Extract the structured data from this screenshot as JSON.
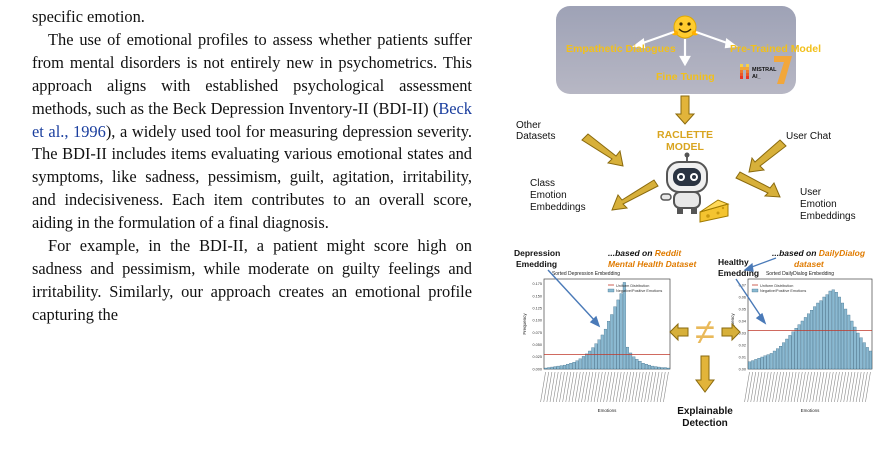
{
  "text": {
    "line0": "specific emotion.",
    "para1": {
      "before_cite": "The use of emotional profiles to assess whether patients suffer from mental disorders is not entirely new in psychometrics. This approach aligns with established psychological assessment methods, such as the Beck Depression Inventory-II (BDI-II) (",
      "cite": "Beck et al., 1996",
      "after_cite": "), a widely used tool for measuring depression severity. The BDI-II includes items evaluating various emotional states and symptoms, like sadness, pessimism, guilt, agitation, irritability, and indecisiveness. Each item contributes to an overall score, aiding in the formulation of a final diagnosis."
    },
    "para2": "For example, in the BDI-II, a patient might score high on sadness and pessimism, while moderate on guilty feelings and irritability. Similarly, our approach creates an emotional profile capturing the"
  },
  "figure": {
    "top_box": {
      "left": "Empathetic Dialogues",
      "center": "Fine Tuning",
      "right": "Pre-Trained Model",
      "mistral_top": "MISTRAL",
      "mistral_bottom": "AI_"
    },
    "model_title": [
      "RACLETTE",
      "MODEL"
    ],
    "inputs": {
      "other": [
        "Other",
        "Datasets"
      ],
      "user_chat": "User Chat"
    },
    "outputs": {
      "class": [
        "Class",
        "Emotion",
        "Embeddings"
      ],
      "user": [
        "User",
        "Emotion",
        "Embeddings"
      ]
    },
    "left_panel": {
      "label": [
        "Depression",
        "Emedding"
      ],
      "based_prefix": "...based on ",
      "based_source": [
        "Reddit",
        "Mental Health Dataset"
      ],
      "chart_title": "Sorted Depression Embedding",
      "legend": [
        "Uniform Distribution",
        "Negative/Positive Emotions"
      ],
      "xlabel": "Emotions",
      "ylabel": "Frequency",
      "ticks": [
        "0.000",
        "0.025",
        "0.050",
        "0.075",
        "0.100",
        "0.125",
        "0.150",
        "0.175"
      ]
    },
    "right_panel": {
      "label": [
        "Healthy",
        "Emedding"
      ],
      "based_prefix": "...based on ",
      "based_source": [
        "DailyDialog",
        "dataset"
      ],
      "chart_title": "Sorted DailyDialog Embedding",
      "legend": [
        "Uniform Distribution",
        "Negative/Positive Emotions"
      ],
      "xlabel": "Emotions",
      "ylabel": "Frequency",
      "ticks": [
        "0.00",
        "0.01",
        "0.02",
        "0.03",
        "0.04",
        "0.05",
        "0.06",
        "0.07"
      ]
    },
    "neq": "≠",
    "result": [
      "Explainable",
      "Detection"
    ]
  },
  "colors": {
    "gold": "#d9a520",
    "box_bg": "#a8a8b8",
    "box_text": "#f2c01b",
    "bar": "#8bb9d1",
    "bar_edge": "#2c5f7d",
    "uniform": "#c0392b",
    "annot_arrow": "#4a7ab8",
    "source": "#e07b00"
  },
  "chart_data": [
    {
      "type": "bar",
      "title": "Sorted Depression Embedding",
      "xlabel": "Emotions",
      "ylabel": "Frequency",
      "ylim": [
        0,
        0.185
      ],
      "values": [
        0.002,
        0.003,
        0.004,
        0.005,
        0.006,
        0.007,
        0.008,
        0.01,
        0.012,
        0.014,
        0.017,
        0.021,
        0.026,
        0.031,
        0.037,
        0.044,
        0.052,
        0.06,
        0.07,
        0.082,
        0.098,
        0.112,
        0.128,
        0.142,
        0.155,
        0.178,
        0.045,
        0.033,
        0.025,
        0.02,
        0.016,
        0.012,
        0.01,
        0.008,
        0.006,
        0.005,
        0.004,
        0.003,
        0.003,
        0.002
      ],
      "uniform": 0.03
    },
    {
      "type": "bar",
      "title": "Sorted DailyDialog Embedding",
      "xlabel": "Emotions",
      "ylabel": "Frequency",
      "ylim": [
        0,
        0.075
      ],
      "values": [
        0.006,
        0.007,
        0.008,
        0.009,
        0.01,
        0.011,
        0.012,
        0.013,
        0.015,
        0.017,
        0.019,
        0.022,
        0.025,
        0.028,
        0.031,
        0.034,
        0.037,
        0.04,
        0.043,
        0.046,
        0.049,
        0.052,
        0.055,
        0.057,
        0.06,
        0.062,
        0.065,
        0.066,
        0.064,
        0.06,
        0.055,
        0.05,
        0.045,
        0.04,
        0.035,
        0.03,
        0.026,
        0.022,
        0.018,
        0.015
      ],
      "uniform": 0.032
    }
  ]
}
